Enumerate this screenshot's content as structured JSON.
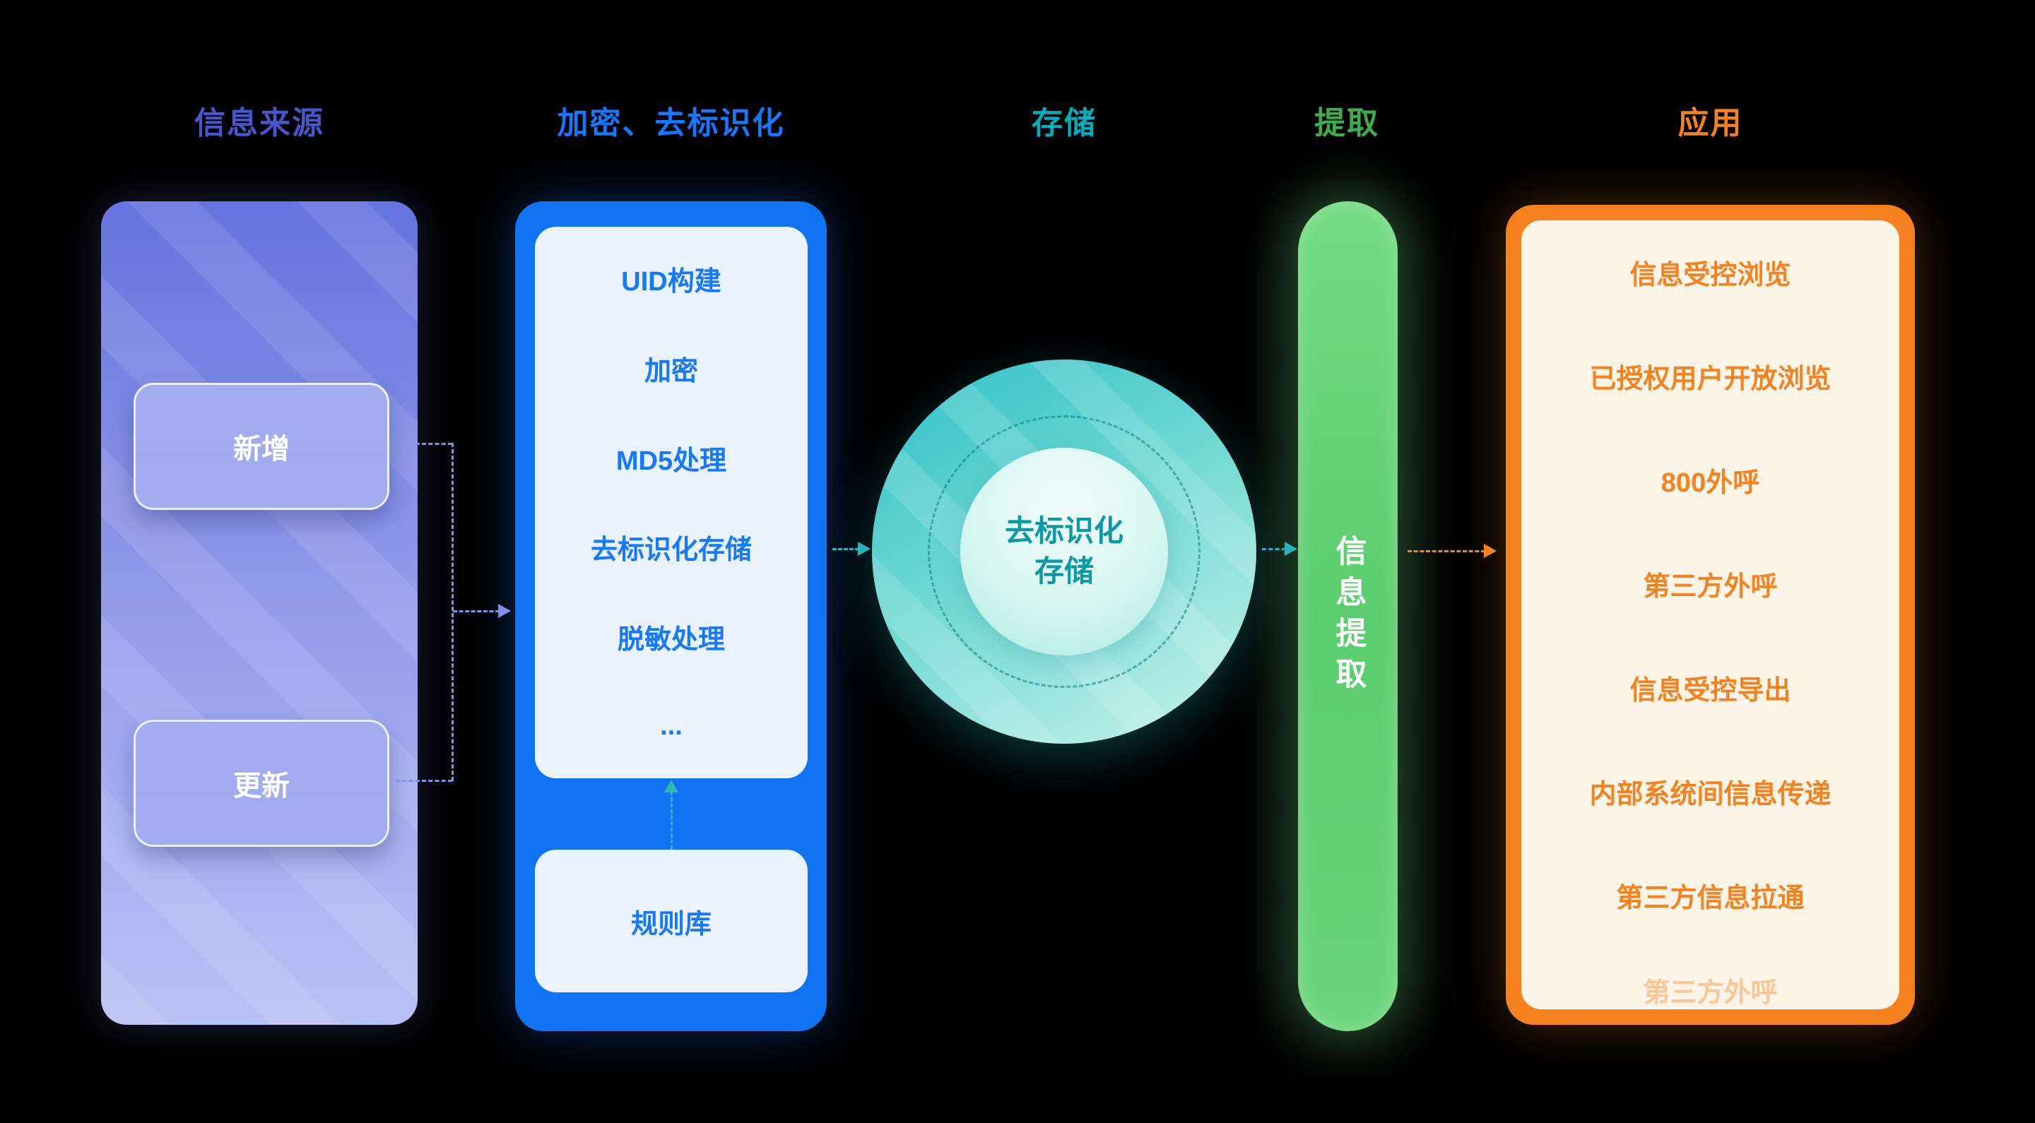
{
  "headers": [
    {
      "label": "信息来源",
      "color": "#4656cd"
    },
    {
      "label": "加密、去标识化",
      "color": "#1677ff"
    },
    {
      "label": "存储",
      "color": "#00aebc"
    },
    {
      "label": "提取",
      "color": "#3cae4e"
    },
    {
      "label": "应用",
      "color": "#f58220"
    }
  ],
  "source": {
    "nodes": [
      "新增",
      "更新"
    ]
  },
  "encryption": {
    "steps": [
      "UID构建",
      "加密",
      "MD5处理",
      "去标识化存储",
      "脱敏处理",
      "..."
    ],
    "rule_library": "规则库"
  },
  "storage": {
    "circle_label_line1": "去标识化",
    "circle_label_line2": "存储"
  },
  "extraction": {
    "bar_label": "信息提取"
  },
  "application": {
    "items": [
      "信息受控浏览",
      "已授权用户开放浏览",
      "800外呼",
      "第三方外呼",
      "信息受控导出",
      "内部系统间信息传递",
      "第三方信息拉通"
    ],
    "partial_item": "第三方外呼"
  },
  "colors": {
    "background": "#000000",
    "source_purple": "#6673de",
    "encryption_blue": "#1074f2",
    "storage_teal": "#35c2c8",
    "extraction_green": "#5ecf70",
    "application_orange": "#f58220"
  }
}
